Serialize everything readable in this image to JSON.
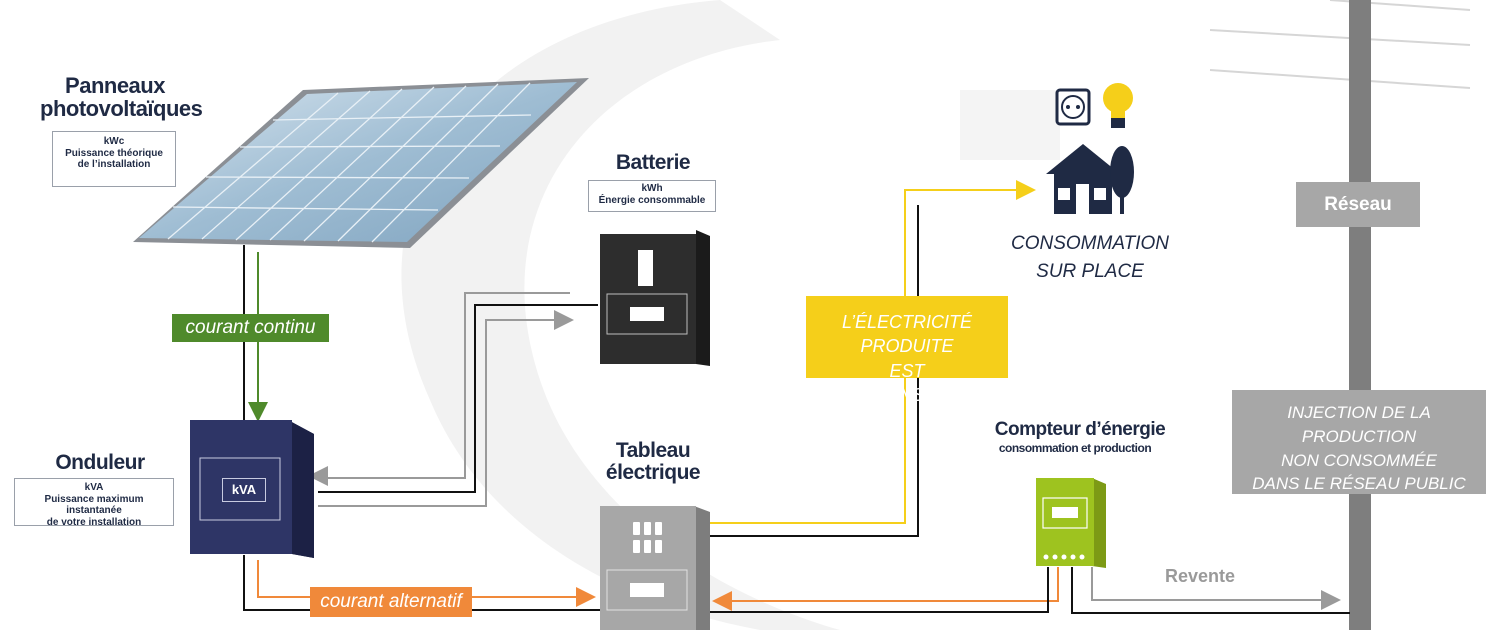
{
  "panels": {
    "title_line1": "Panneaux",
    "title_line2": "photovoltaïques",
    "unit": "kWc",
    "desc_line1": "Puissance théorique",
    "desc_line2": "de l’installation"
  },
  "battery": {
    "title": "Batterie",
    "unit": "kWh",
    "desc": "Énergie consommable"
  },
  "inverter": {
    "title": "Onduleur",
    "screen_label": "kVA",
    "unit": "kVA",
    "desc_line1": "Puissance maximum instantanée",
    "desc_line2": "de votre installation"
  },
  "switchboard": {
    "title_line1": "Tableau",
    "title_line2": "électrique"
  },
  "meter": {
    "title": "Compteur d’énergie",
    "subtitle": "consommation et production"
  },
  "consumption": {
    "line1": "CONSOMMATION",
    "line2": "SUR PLACE"
  },
  "self_consumed": {
    "line1": "L’ÉLECTRICITÉ PRODUITE",
    "line2": "EST AUTOCONSOMMÉE"
  },
  "grid": {
    "label": "Réseau",
    "injection_line1": "INJECTION DE LA PRODUCTION",
    "injection_line2": "NON CONSOMMÉE",
    "injection_line3": "DANS LE RÉSEAU PUBLIC"
  },
  "flows": {
    "dc_label": "courant continu",
    "ac_label": "courant alternatif",
    "resale_label": "Revente"
  },
  "colors": {
    "navy": "#1f2a44",
    "dc_green": "#4f8a2b",
    "ac_orange": "#f0893a",
    "self_yellow": "#f5cf1a",
    "grid_gray": "#a7a7a7",
    "pole_gray": "#7e7e7e",
    "meter_green": "#9ec31f",
    "battery_dark": "#2d2d2d",
    "inverter_blue": "#2e3566"
  }
}
